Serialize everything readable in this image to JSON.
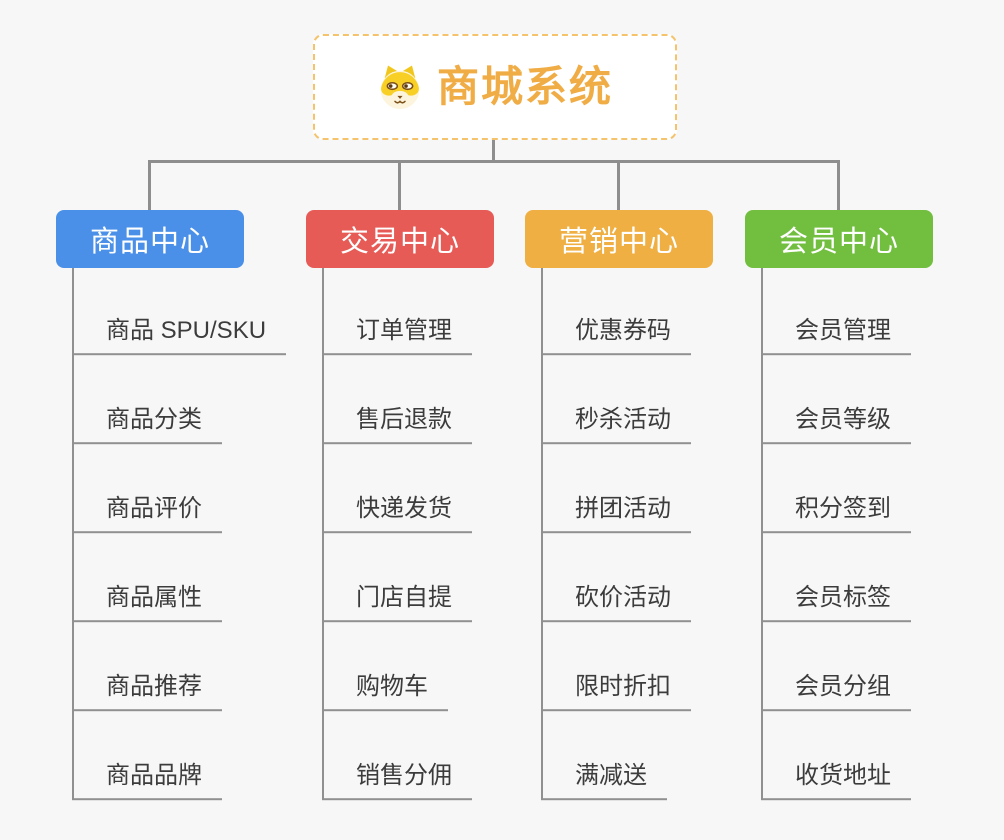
{
  "root": {
    "title": "商城系统",
    "icon": "dog-face-icon"
  },
  "branches": [
    {
      "label": "商品中心",
      "color": "#4A90E8",
      "items": [
        "商品 SPU/SKU",
        "商品分类",
        "商品评价",
        "商品属性",
        "商品推荐",
        "商品品牌"
      ]
    },
    {
      "label": "交易中心",
      "color": "#E75B57",
      "items": [
        "订单管理",
        "售后退款",
        "快递发货",
        "门店自提",
        "购物车",
        "销售分佣"
      ]
    },
    {
      "label": "营销中心",
      "color": "#EFAF42",
      "items": [
        "优惠券码",
        "秒杀活动",
        "拼团活动",
        "砍价活动",
        "限时折扣",
        "满减送"
      ]
    },
    {
      "label": "会员中心",
      "color": "#72BF40",
      "items": [
        "会员管理",
        "会员等级",
        "积分签到",
        "会员标签",
        "会员分组",
        "收货地址"
      ]
    }
  ],
  "colors": {
    "background": "#F7F7F7",
    "connector": "#8E8E8E",
    "underline": "#909090",
    "root_border": "#F4C36B",
    "root_text": "#F0AC45",
    "item_text": "#3C3C3C"
  }
}
